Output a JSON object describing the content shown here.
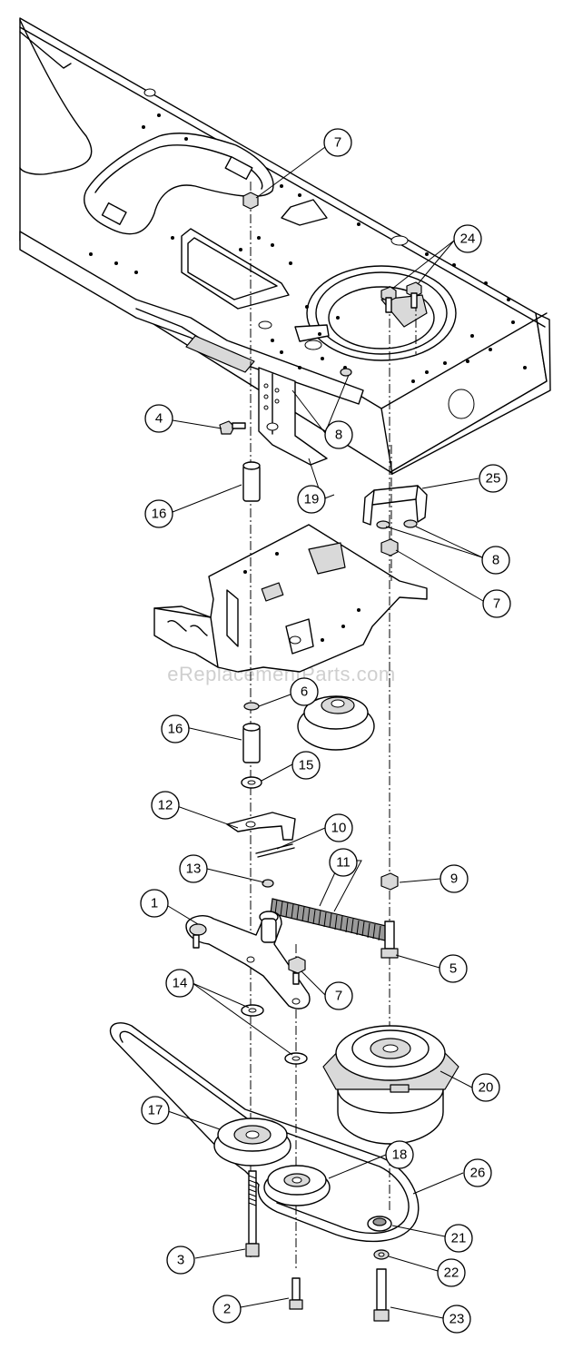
{
  "watermark": "eReplacementParts.com",
  "callouts": [
    {
      "id": "7a",
      "label": "7"
    },
    {
      "id": "24",
      "label": "24"
    },
    {
      "id": "4",
      "label": "4"
    },
    {
      "id": "8a",
      "label": "8"
    },
    {
      "id": "16a",
      "label": "16"
    },
    {
      "id": "19",
      "label": "19"
    },
    {
      "id": "25",
      "label": "25"
    },
    {
      "id": "8b",
      "label": "8"
    },
    {
      "id": "7b",
      "label": "7"
    },
    {
      "id": "6",
      "label": "6"
    },
    {
      "id": "16b",
      "label": "16"
    },
    {
      "id": "15",
      "label": "15"
    },
    {
      "id": "12",
      "label": "12"
    },
    {
      "id": "10",
      "label": "10"
    },
    {
      "id": "13",
      "label": "13"
    },
    {
      "id": "11",
      "label": "11"
    },
    {
      "id": "9",
      "label": "9"
    },
    {
      "id": "1",
      "label": "1"
    },
    {
      "id": "5",
      "label": "5"
    },
    {
      "id": "7c",
      "label": "7"
    },
    {
      "id": "14",
      "label": "14"
    },
    {
      "id": "20",
      "label": "20"
    },
    {
      "id": "17",
      "label": "17"
    },
    {
      "id": "18",
      "label": "18"
    },
    {
      "id": "26",
      "label": "26"
    },
    {
      "id": "21",
      "label": "21"
    },
    {
      "id": "3",
      "label": "3"
    },
    {
      "id": "22",
      "label": "22"
    },
    {
      "id": "2",
      "label": "2"
    },
    {
      "id": "23",
      "label": "23"
    }
  ]
}
